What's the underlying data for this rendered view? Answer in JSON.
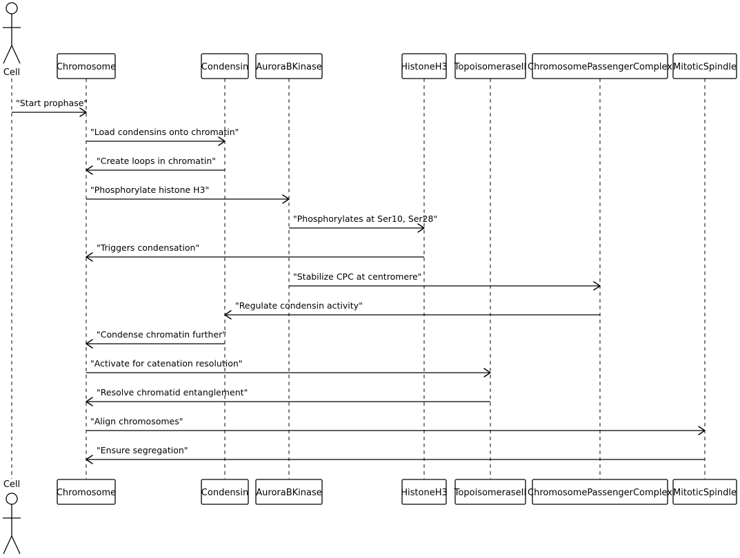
{
  "actor": {
    "name": "Cell",
    "icon": "stick-figure-icon"
  },
  "participants": [
    {
      "id": "chromosome",
      "label": "Chromosome"
    },
    {
      "id": "condensin",
      "label": "Condensin"
    },
    {
      "id": "aurorabkinase",
      "label": "AuroraBKinase"
    },
    {
      "id": "histoneh3",
      "label": "HistoneH3"
    },
    {
      "id": "topoisomeraseii",
      "label": "TopoisomeraseII"
    },
    {
      "id": "cpc",
      "label": "ChromosomePassengerComplex"
    },
    {
      "id": "mitoticspindle",
      "label": "MitoticSpindle"
    }
  ],
  "messages": [
    {
      "from": "cell",
      "to": "chromosome",
      "text": "\"Start prophase\""
    },
    {
      "from": "chromosome",
      "to": "condensin",
      "text": "\"Load condensins onto chromatin\""
    },
    {
      "from": "condensin",
      "to": "chromosome",
      "text": "\"Create loops in chromatin\""
    },
    {
      "from": "chromosome",
      "to": "aurorabkinase",
      "text": "\"Phosphorylate histone H3\""
    },
    {
      "from": "aurorabkinase",
      "to": "histoneh3",
      "text": "\"Phosphorylates at Ser10, Ser28\""
    },
    {
      "from": "histoneh3",
      "to": "chromosome",
      "text": "\"Triggers condensation\""
    },
    {
      "from": "aurorabkinase",
      "to": "cpc",
      "text": "\"Stabilize CPC at centromere\""
    },
    {
      "from": "cpc",
      "to": "condensin",
      "text": "\"Regulate condensin activity\""
    },
    {
      "from": "condensin",
      "to": "chromosome",
      "text": "\"Condense chromatin further\""
    },
    {
      "from": "chromosome",
      "to": "topoisomeraseii",
      "text": "\"Activate for catenation resolution\""
    },
    {
      "from": "topoisomeraseii",
      "to": "chromosome",
      "text": "\"Resolve chromatid entanglement\""
    },
    {
      "from": "chromosome",
      "to": "mitoticspindle",
      "text": "\"Align chromosomes\""
    },
    {
      "from": "mitoticspindle",
      "to": "chromosome",
      "text": "\"Ensure segregation\""
    }
  ]
}
